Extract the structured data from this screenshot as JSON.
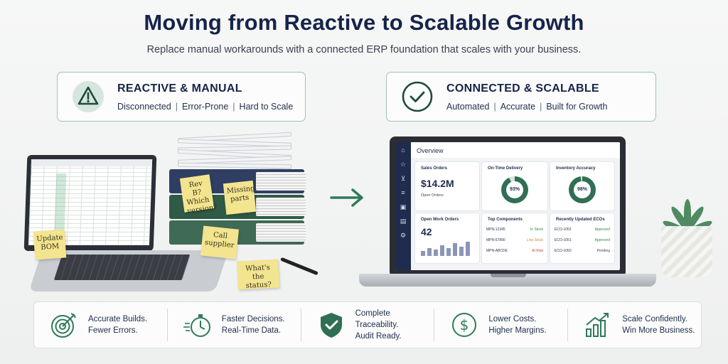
{
  "header": {
    "title": "Moving from Reactive to Scalable Growth",
    "subtitle": "Replace manual workarounds with a connected ERP foundation that scales with your business."
  },
  "states": {
    "before": {
      "title": "REACTIVE & MANUAL",
      "tags": [
        "Disconnected",
        "Error-Prone",
        "Hard to Scale"
      ],
      "icon": "warning-icon"
    },
    "after": {
      "title": "CONNECTED & SCALABLE",
      "tags": [
        "Automated",
        "Accurate",
        "Built for Growth"
      ],
      "icon": "check-circle-icon"
    }
  },
  "sticky_notes": {
    "n1": "Update BOM",
    "n2": "Rev B? Which version?",
    "n3": "Missing parts",
    "n4": "Call supplier",
    "n5": "What's the status?"
  },
  "dashboard": {
    "header": "Overview",
    "sales_orders": {
      "title": "Sales Orders",
      "value": "$14.2M",
      "caption": "Open Orders"
    },
    "on_time_delivery": {
      "title": "On-Time Delivery",
      "value": "93%",
      "fraction": 0.93
    },
    "inventory_accuracy": {
      "title": "Inventory Accuracy",
      "value": "98%",
      "fraction": 0.98
    },
    "open_work_orders": {
      "title": "Open Work Orders",
      "value": "42",
      "bars": [
        0.3,
        0.5,
        0.4,
        0.7,
        0.5,
        0.8,
        0.6,
        0.9
      ]
    },
    "top_components": {
      "title": "Top Components",
      "rows": [
        {
          "part": "MPN-12345",
          "status": "In Stock",
          "color": "#2f8a4c"
        },
        {
          "part": "MPN-67890",
          "status": "Low Stock",
          "color": "#d98a1c"
        },
        {
          "part": "MPN-ABCDE",
          "status": "At Risk",
          "color": "#c8402f"
        }
      ]
    },
    "recent_ecos": {
      "title": "Recently Updated ECOs",
      "rows": [
        {
          "eco": "ECO-1052",
          "status": "Approved",
          "color": "#2f8a4c"
        },
        {
          "eco": "ECO-1051",
          "status": "Approved",
          "color": "#2f8a4c"
        },
        {
          "eco": "ECO-1050",
          "status": "Pending",
          "color": "#3a4560"
        }
      ]
    }
  },
  "benefits": [
    {
      "line1": "Accurate Builds.",
      "line2": "Fewer Errors.",
      "icon": "target-icon"
    },
    {
      "line1": "Faster Decisions.",
      "line2": "Real-Time Data.",
      "icon": "stopwatch-icon"
    },
    {
      "line1": "Complete Traceability.",
      "line2": "Audit Ready.",
      "icon": "shield-check-icon"
    },
    {
      "line1": "Lower Costs.",
      "line2": "Higher Margins.",
      "icon": "dollar-icon"
    },
    {
      "line1": "Scale Confidently.",
      "line2": "Win More Business.",
      "icon": "growth-chart-icon"
    }
  ],
  "colors": {
    "accent_green": "#2f7a5a",
    "navy": "#16244a",
    "sticky": "#f3e48f"
  }
}
